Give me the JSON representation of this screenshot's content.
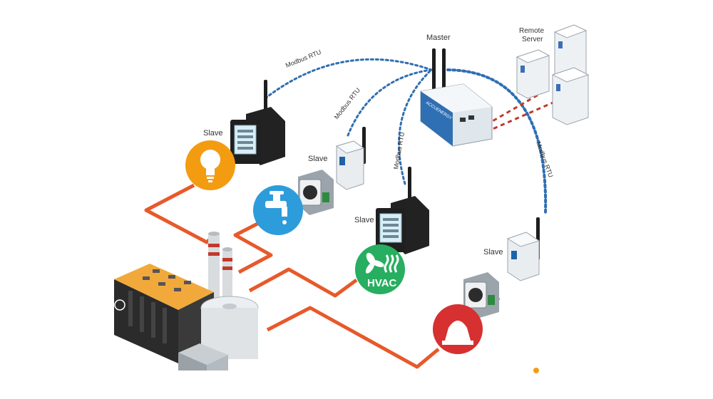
{
  "labels": {
    "master": "Master",
    "remote_server_line1": "Remote",
    "remote_server_line2": "Server",
    "slave_lamp": "Slave",
    "slave_water": "Slave",
    "slave_hvac": "Slave",
    "slave_alarm": "Slave",
    "link_1": "Modbus RTU",
    "link_2": "Modbus RTU",
    "link_3": "Modbus RTU",
    "link_4": "Modbus RTU",
    "hvac": "HVAC",
    "device_brand": "ACCUENERGY"
  },
  "colors": {
    "wire": "#e8592a",
    "radio_link": "#2f6fb3",
    "network_link": "#c0392b",
    "lamp_badge": "#f39c12",
    "water_badge": "#2d9cdb",
    "hvac_badge": "#27ae60",
    "alarm_badge": "#d63031",
    "factory_roof": "#f2a93b"
  },
  "icons": [
    "lightbulb-icon",
    "water-tap-icon",
    "fan-icon",
    "alarm-beacon-icon",
    "antenna-icon",
    "server-icon"
  ]
}
